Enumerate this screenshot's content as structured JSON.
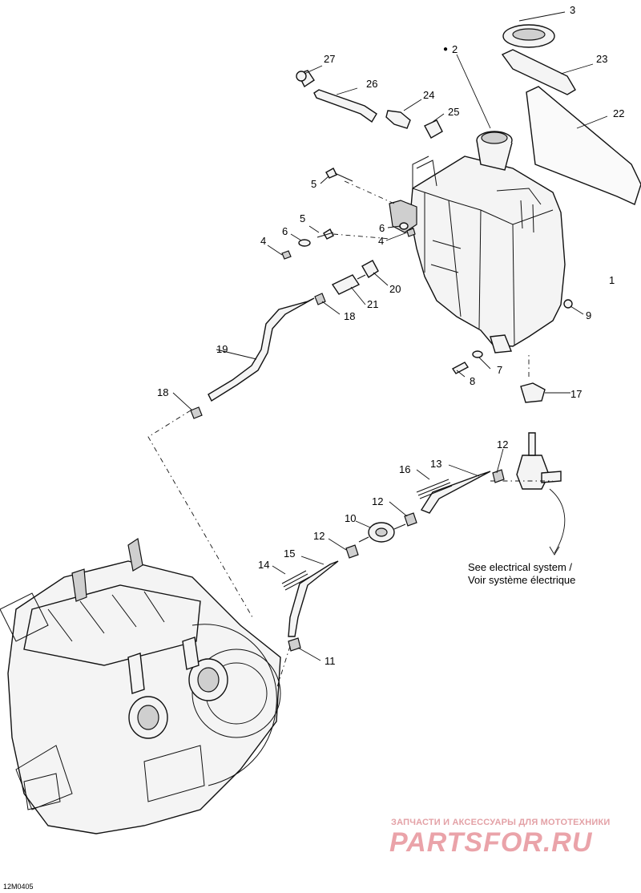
{
  "callouts": {
    "c1": "1",
    "c2": "2",
    "c3": "3",
    "c4a": "4",
    "c4b": "4",
    "c5a": "5",
    "c5b": "5",
    "c6a": "6",
    "c6b": "6",
    "c7": "7",
    "c8": "8",
    "c9": "9",
    "c10": "10",
    "c11": "11",
    "c12a": "12",
    "c12b": "12",
    "c12c": "12",
    "c13": "13",
    "c14": "14",
    "c15": "15",
    "c16": "16",
    "c17": "17",
    "c18a": "18",
    "c18b": "18",
    "c19": "19",
    "c20": "20",
    "c21": "21",
    "c22": "22",
    "c23": "23",
    "c24": "24",
    "c25": "25",
    "c26": "26",
    "c27": "27"
  },
  "note": {
    "line1": "See electrical system /",
    "line2": "Voir système électrique"
  },
  "reference": "12M0405",
  "watermark": {
    "tagline": "ЗАПЧАСТИ И АКСЕССУАРЫ ДЛЯ МОТОТЕХНИКИ",
    "brand": "PARTSFOR.RU",
    "color": "#e3a1a6"
  }
}
